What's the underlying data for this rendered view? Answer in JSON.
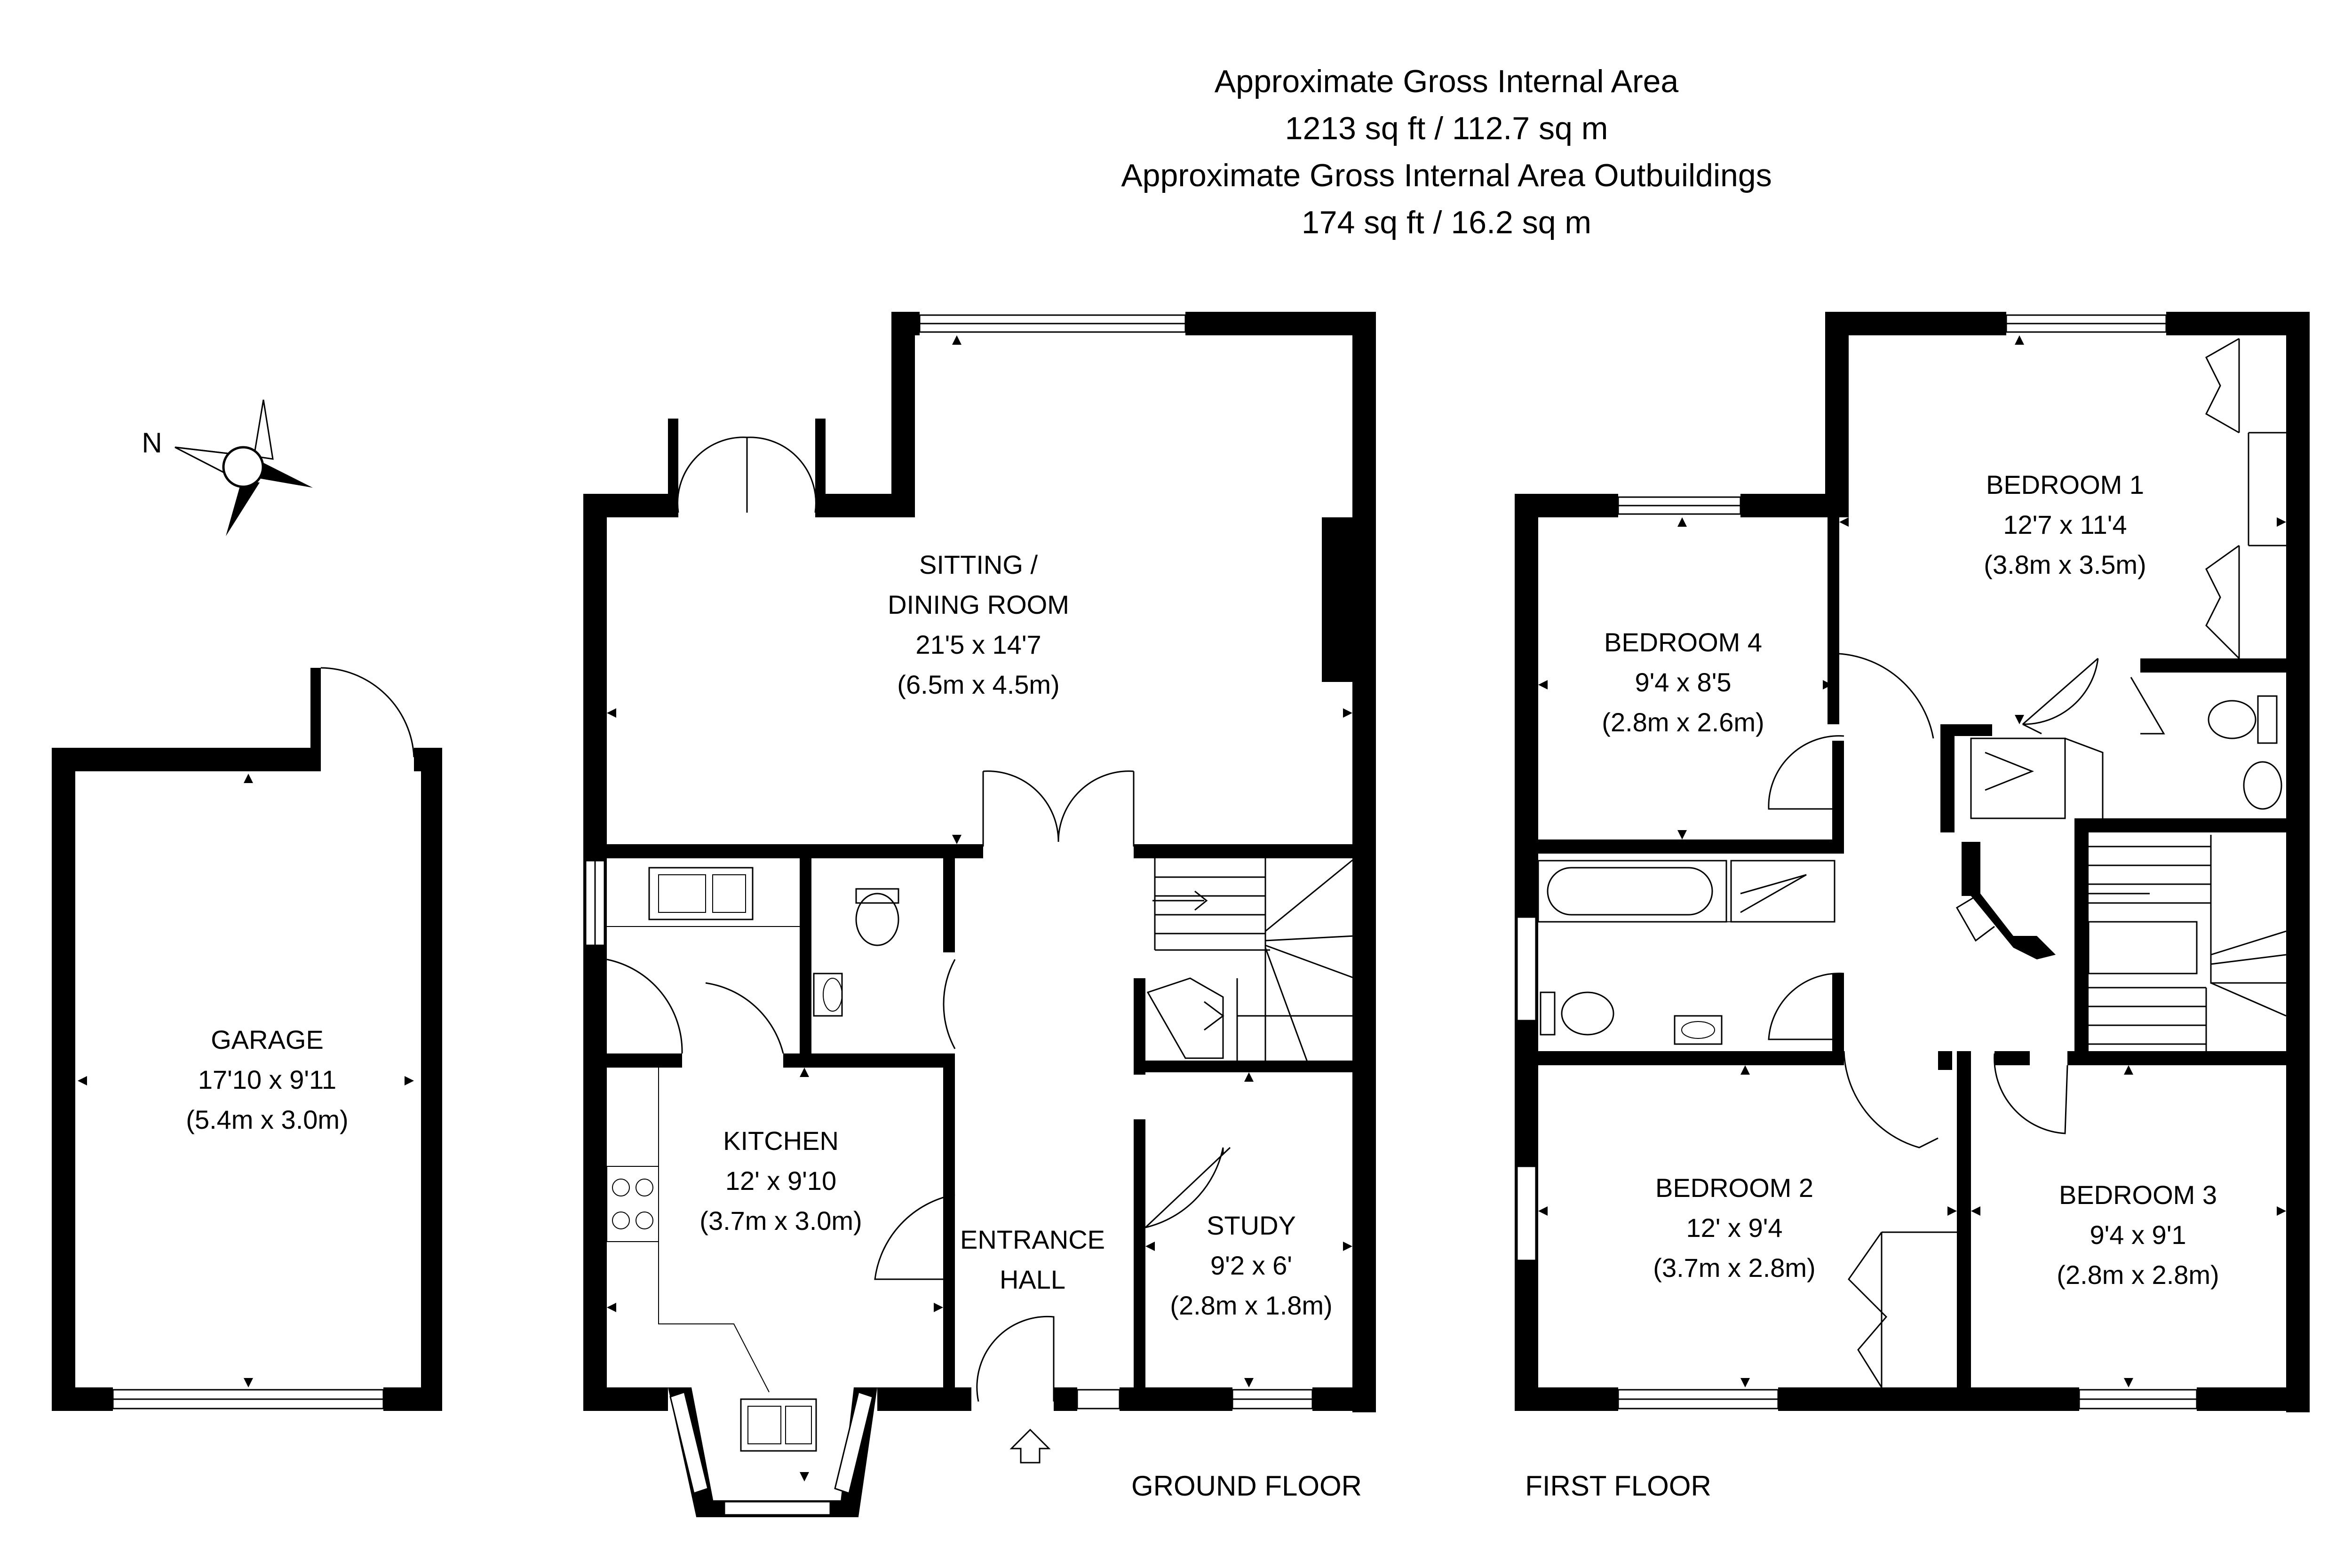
{
  "header": {
    "area_title": "Approximate Gross Internal Area",
    "area_value": "1213 sq ft / 112.7 sq m",
    "outbuildings_title": "Approximate Gross Internal Area Outbuildings",
    "outbuildings_value": "174 sq ft / 16.2 sq m"
  },
  "compass": {
    "label": "N",
    "icon": "compass-rose-icon"
  },
  "floors": {
    "ground": "GROUND FLOOR",
    "first": "FIRST FLOOR"
  },
  "rooms": {
    "garage": {
      "name": "GARAGE",
      "imperial": "17'10 x 9'11",
      "metric": "(5.4m x 3.0m)"
    },
    "sitting": {
      "name_line1": "SITTING /",
      "name_line2": "DINING ROOM",
      "imperial": "21'5 x 14'7",
      "metric": "(6.5m x 4.5m)"
    },
    "kitchen": {
      "name": "KITCHEN",
      "imperial": "12' x 9'10",
      "metric": "(3.7m x 3.0m)"
    },
    "entrance": {
      "name_line1": "ENTRANCE",
      "name_line2": "HALL"
    },
    "study": {
      "name": "STUDY",
      "imperial": "9'2 x 6'",
      "metric": "(2.8m x 1.8m)"
    },
    "bedroom1": {
      "name": "BEDROOM 1",
      "imperial": "12'7 x 11'4",
      "metric": "(3.8m x 3.5m)"
    },
    "bedroom2": {
      "name": "BEDROOM 2",
      "imperial": "12' x 9'4",
      "metric": "(3.7m x 2.8m)"
    },
    "bedroom3": {
      "name": "BEDROOM 3",
      "imperial": "9'4 x 9'1",
      "metric": "(2.8m x 2.8m)"
    },
    "bedroom4": {
      "name": "BEDROOM 4",
      "imperial": "9'4 x 8'5",
      "metric": "(2.8m x 2.6m)"
    }
  }
}
